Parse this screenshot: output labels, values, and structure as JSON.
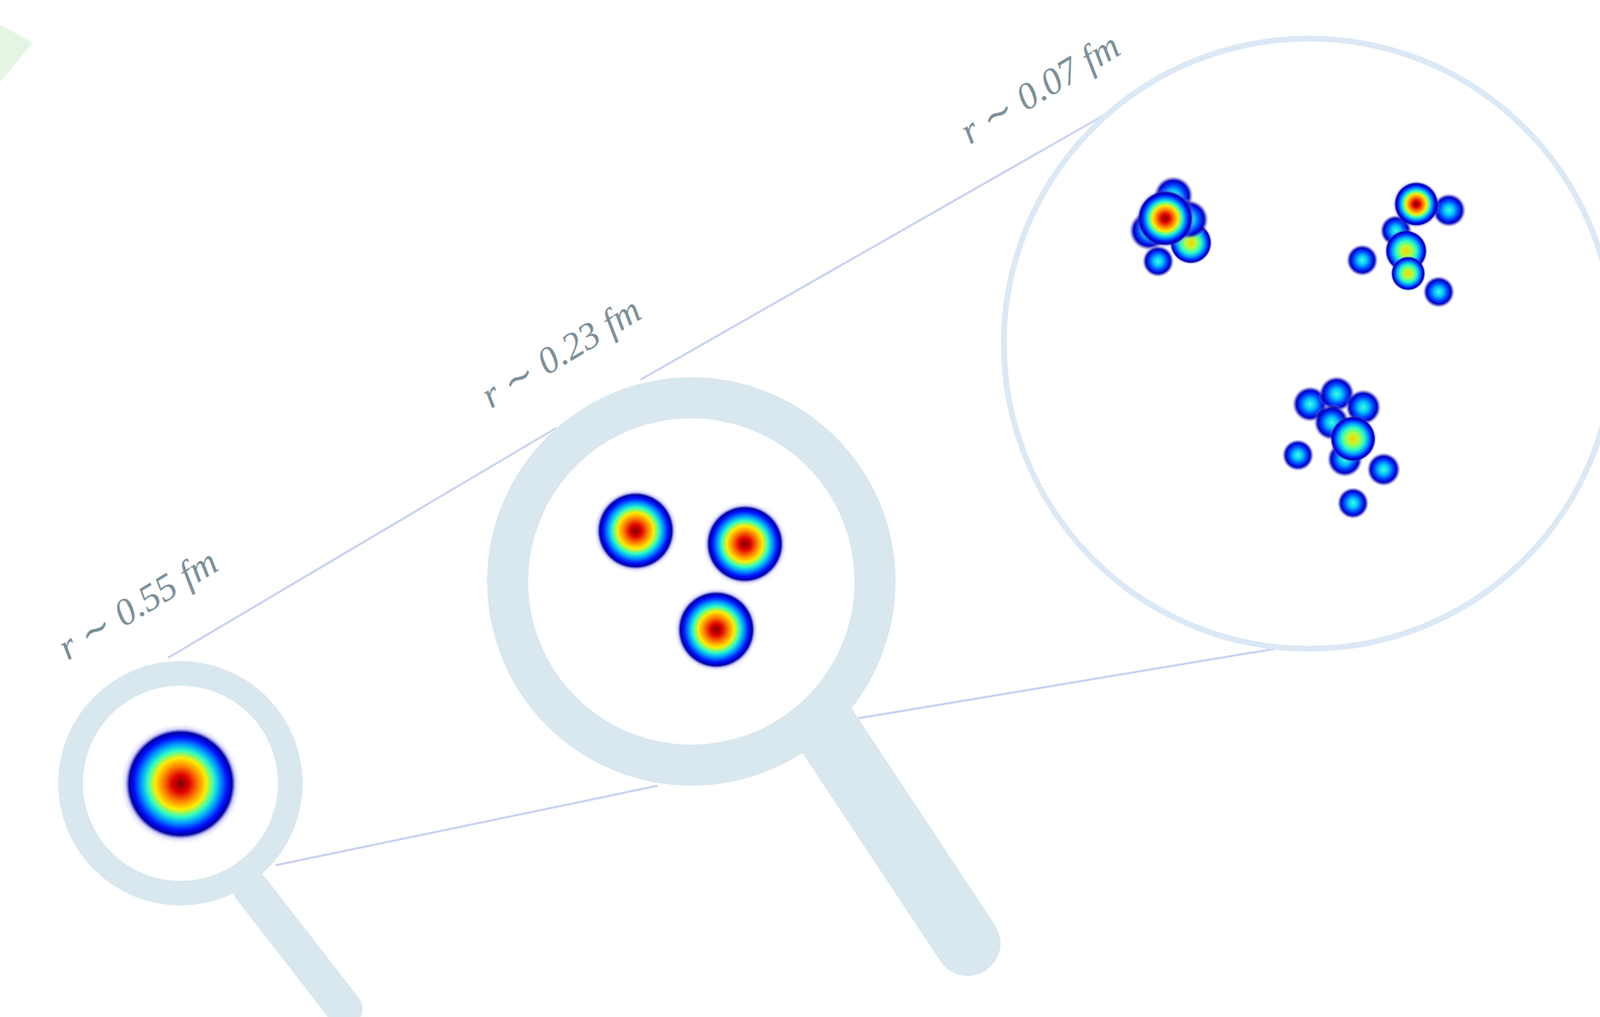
{
  "diagram": {
    "labels": [
      "r ∼ 0.55 fm",
      "r ∼ 0.23 fm",
      "r ∼ 0.07 fm"
    ]
  }
}
